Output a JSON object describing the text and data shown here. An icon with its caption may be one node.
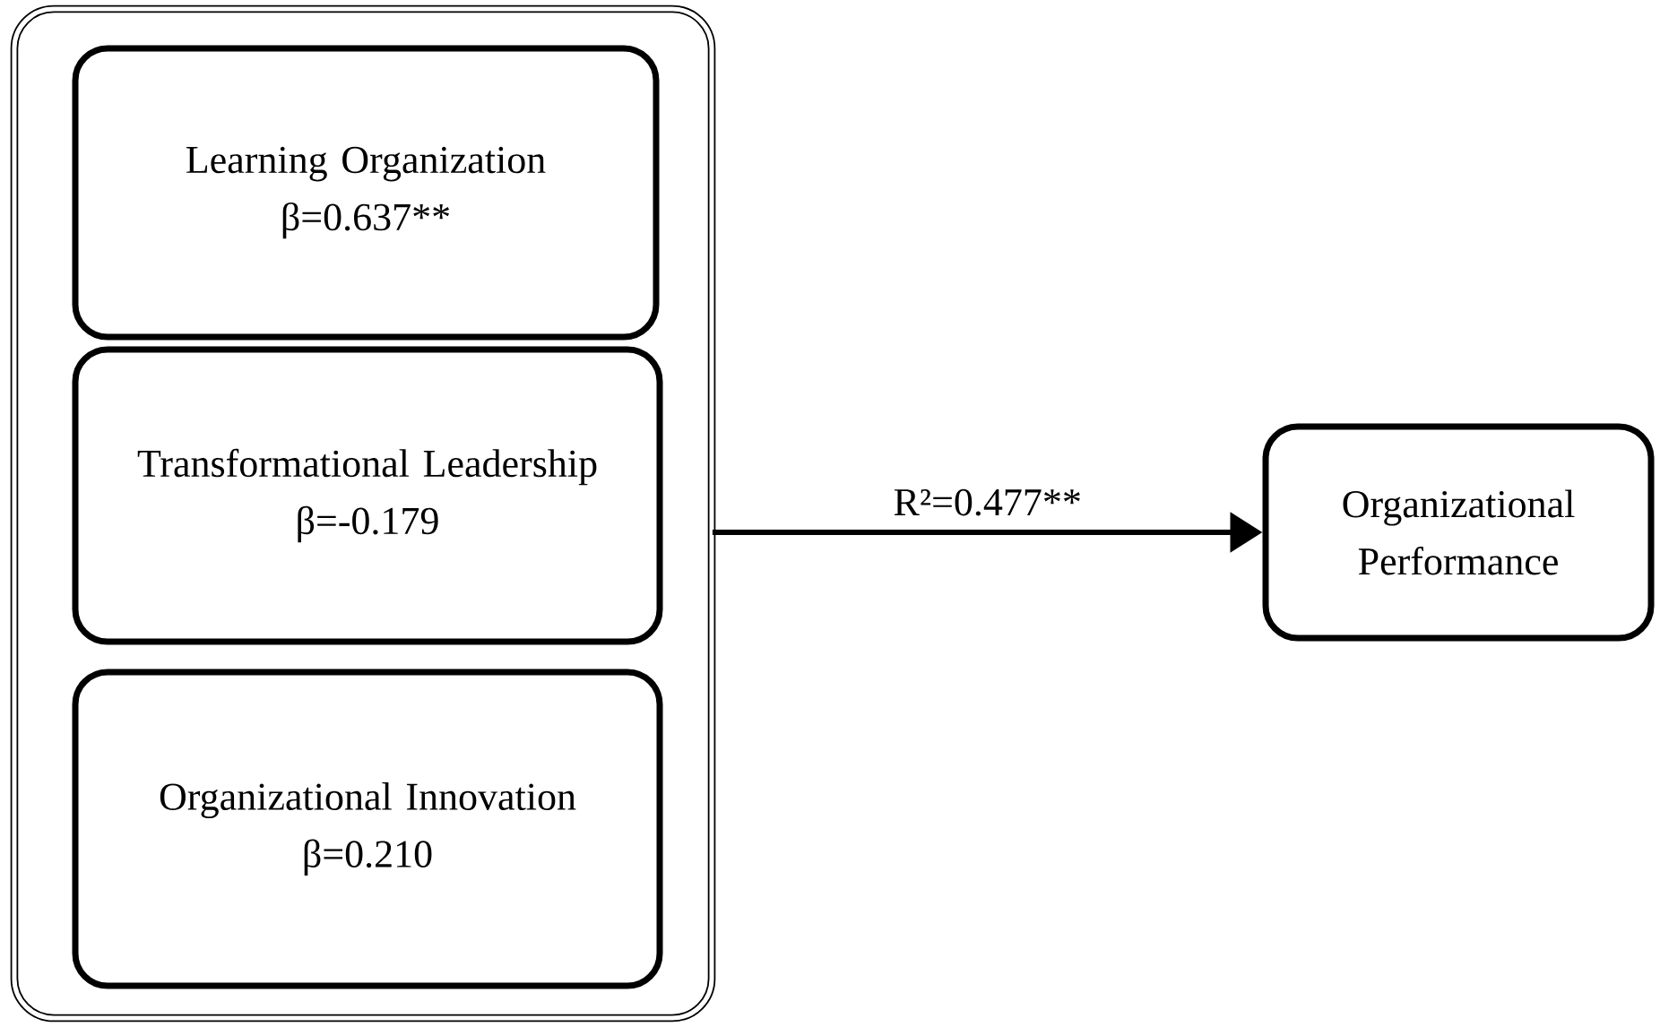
{
  "diagram": {
    "nodes": [
      {
        "text": [],
        "shape": "box"
      },
      {
        "text": [
          "Learning Organization",
          "β=0.637**"
        ],
        "in": 0
      },
      {
        "text": [
          "Transformational Leadership",
          "β=-0.179"
        ],
        "in": 0
      },
      {
        "text": [
          "Organizational Innovation",
          "β=0.210"
        ],
        "in": 0
      },
      {
        "text": [
          "Organizational Performance"
        ]
      }
    ],
    "edges": [
      {
        "from": 0,
        "to": 4,
        "arrow": "to",
        "label": "R²=0.477**"
      }
    ]
  }
}
